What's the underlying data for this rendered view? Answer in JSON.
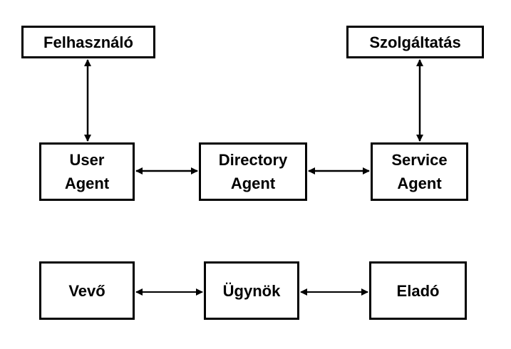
{
  "top": {
    "user": "Felhasználó",
    "service": "Szolgáltatás"
  },
  "agents": {
    "user_agent": [
      "User",
      "Agent"
    ],
    "directory_agent": [
      "Directory",
      "Agent"
    ],
    "service_agent": [
      "Service",
      "Agent"
    ]
  },
  "bottom": {
    "buyer": "Vevő",
    "broker": "Ügynök",
    "seller": "Eladó"
  },
  "colors": {
    "line": "#000000",
    "background": "#ffffff"
  }
}
